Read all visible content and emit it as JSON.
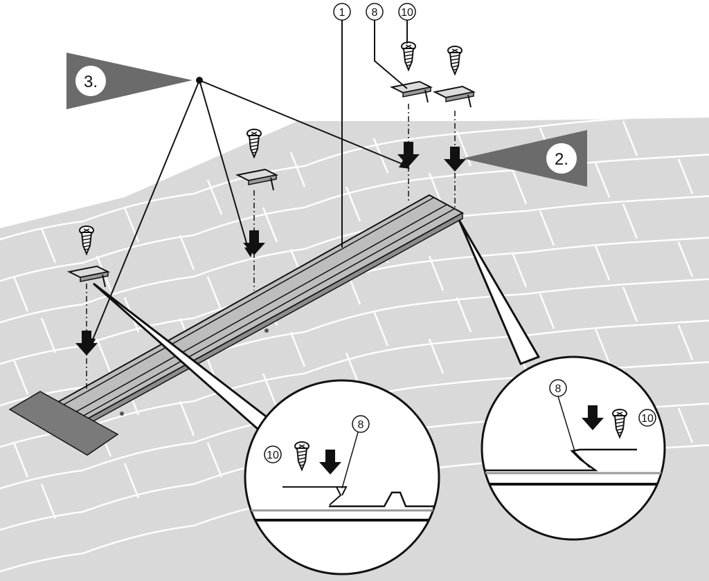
{
  "steps": [
    {
      "label": "3."
    },
    {
      "label": "2."
    }
  ],
  "callouts": {
    "top_1": "1",
    "top_8": "8",
    "top_10": "10",
    "detail_left_10": "10",
    "detail_left_8": "8",
    "detail_right_8": "8",
    "detail_right_10": "10"
  },
  "colors": {
    "roof_gray": "#d9d9d9",
    "tile_stroke": "#ffffff",
    "rail_fill": "#bdbdbd",
    "flashing": "#7a7a7a",
    "step_banner": "#6b6b6b",
    "ink": "#111111"
  }
}
